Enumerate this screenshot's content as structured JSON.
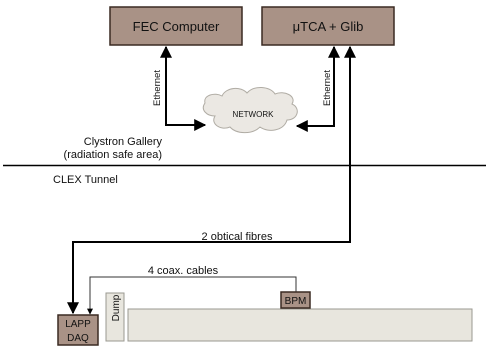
{
  "fec_computer": "FEC Computer",
  "utca_glib": "μTCA + Glib",
  "network": "NETWORK",
  "ethernet_left": "Ethernet",
  "ethernet_right": "Ethernet",
  "gallery_line1": "Clystron Gallery",
  "gallery_line2": "(radiation safe area)",
  "tunnel": "CLEX Tunnel",
  "fibres": "2 obtical fibres",
  "coax": "4 coax. cables",
  "bpm": "BPM",
  "daq_line1": "LAPP",
  "daq_line2": "DAQ",
  "dump": "Dump",
  "colors": {
    "box_fill": "#a99286",
    "cloud_fill": "#ebe8e3",
    "beamline_fill": "#e8e6de"
  }
}
